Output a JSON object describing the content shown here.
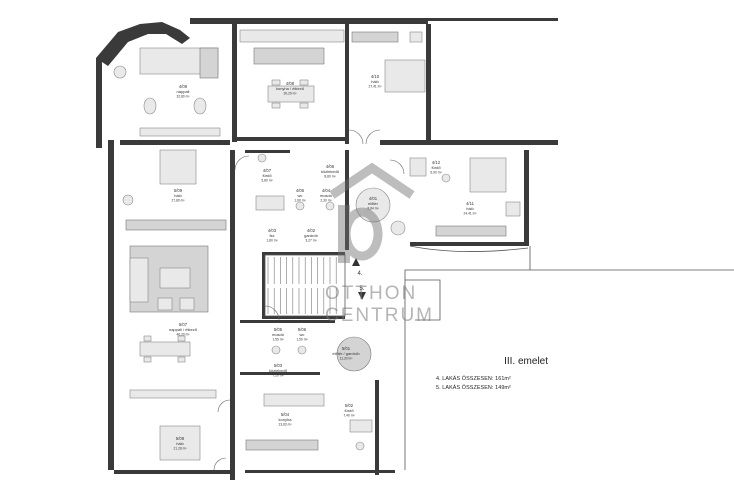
{
  "floor": {
    "title": "III. emelet",
    "totals": [
      {
        "label": "4. LAKÁS ÖSSZESEN: 161m²"
      },
      {
        "label": "5. LAKÁS ÖSSZESEN: 149m²"
      }
    ],
    "marker_label": "4.",
    "marker5_label": "5."
  },
  "watermark": {
    "line1": "OTTHON",
    "line2": "CENTRUM"
  },
  "rooms": [
    {
      "id": "4/09",
      "name": "nappali",
      "area": "32,80 m²"
    },
    {
      "id": "4/08",
      "name": "konyha / étkező",
      "area": "30,29 m²"
    },
    {
      "id": "4/10",
      "name": "háló",
      "area": "27,41 m²"
    },
    {
      "id": "4/06",
      "name": "közlekedő",
      "area": "8,80 m²"
    },
    {
      "id": "4/07",
      "name": "fürdő",
      "area": "5,80 m²"
    },
    {
      "id": "4/05",
      "name": "wc",
      "area": "1,60 m²"
    },
    {
      "id": "4/04",
      "name": "mosdó",
      "area": "2,30 m²"
    },
    {
      "id": "4/01",
      "name": "előtér",
      "area": "8,84 m²"
    },
    {
      "id": "4/02",
      "name": "gardrób",
      "area": "3,27 m²"
    },
    {
      "id": "4/03",
      "name": "fsz",
      "area": "1,80 m²"
    },
    {
      "id": "4/12",
      "name": "fürdő",
      "area": "6,90 m²"
    },
    {
      "id": "4/11",
      "name": "háló",
      "area": "24,41 m²"
    },
    {
      "id": "5/09",
      "name": "háló",
      "area": "27,80 m²"
    },
    {
      "id": "5/07",
      "name": "nappali / étkező",
      "area": "46,20 m²"
    },
    {
      "id": "5/05",
      "name": "mosdó",
      "area": "1,55 m²"
    },
    {
      "id": "5/06",
      "name": "wc",
      "area": "1,50 m²"
    },
    {
      "id": "5/01",
      "name": "előtér / gardrób",
      "area": "11,20 m²"
    },
    {
      "id": "5/03",
      "name": "közlekedő",
      "area": "7,20 m²"
    },
    {
      "id": "5/04",
      "name": "konyha",
      "area": "13,63 m²"
    },
    {
      "id": "5/02",
      "name": "fürdő",
      "area": "7,40 m²"
    },
    {
      "id": "5/08",
      "name": "háló",
      "area": "21,28 m²"
    }
  ]
}
